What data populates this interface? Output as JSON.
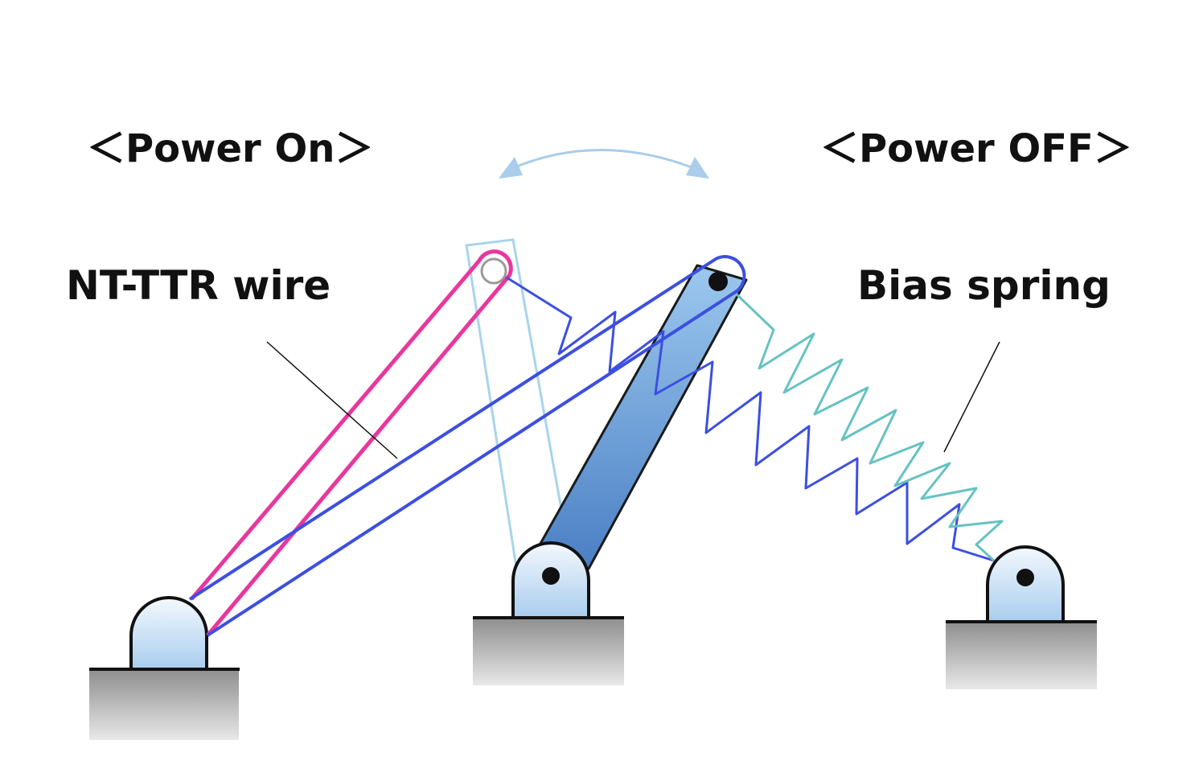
{
  "labels": {
    "power_on": "＜Power On＞",
    "power_off": "＜Power OFF＞",
    "wire": "NT-TTR wire",
    "spring": "Bias spring"
  },
  "colors": {
    "wire_on": "#e8379e",
    "wire_off": "#3d4fe0",
    "spring_on": "#3d4fe0",
    "spring_off": "#66c2c2",
    "arm_fill": "#6f9fd8",
    "arm_stroke": "#1a1a1a",
    "arm_ghost": "#a8d4ee",
    "motion_arrow": "#a9cdea",
    "base": "#bdbdbd"
  }
}
